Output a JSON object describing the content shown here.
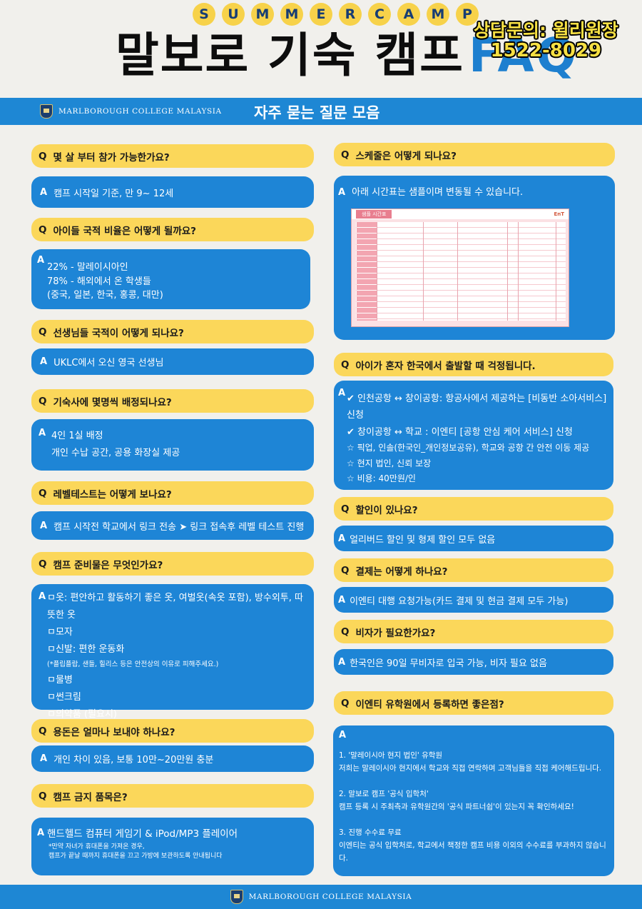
{
  "header": {
    "camp_letters": [
      "S",
      "U",
      "M",
      "M",
      "E",
      "R",
      "C",
      "A",
      "M",
      "P"
    ],
    "title_main": "말보로 기숙 캠프",
    "title_faq": "FAQ",
    "contact_line1": "상담문의: 윌리원장",
    "contact_line2": "1522-8029"
  },
  "banner": {
    "college": "MARLBOROUGH COLLEGE MALAYSIA",
    "section_title": "자주 묻는 질문 모음"
  },
  "marks": {
    "q": "Q",
    "a": "A"
  },
  "left": {
    "q1": "몇 살 부터 참가 가능한가요?",
    "a1": "캠프 시작일 기준, 만 9~ 12세",
    "q2": "아이들 국적 비율은 어떻게 될까요?",
    "a2": [
      "22% - 말레이시아인",
      "78% - 해외에서 온 학생들",
      "(중국, 일본, 한국, 홍콩, 대만)"
    ],
    "q3": "선생님들 국적이 어떻게 되나요?",
    "a3": "UKLC에서 오신 영국 선생님",
    "q4": "기숙사에 몇명씩 배정되나요?",
    "a4": [
      "4인 1실 배정",
      "개인 수납 공간, 공용 화장실 제공"
    ],
    "q5": "레벨테스트는 어떻게 보나요?",
    "a5": "캠프 시작전 학교에서 링크 전송 ➤ 링크 접속후 레벨 테스트 진행",
    "q6": "캠프 준비물은 무엇인가요?",
    "a6": {
      "items": [
        "ㅁ옷: 편안하고 활동하기 좋은 옷, 여벌옷(속옷 포함), 방수외투, 따뜻한 옷",
        "ㅁ모자",
        "ㅁ신발: 편한 운동화"
      ],
      "note": "(*플립플랍, 샌들, 힐리스 등은 안전상의 이유로 피해주세요.)",
      "items2": [
        "ㅁ물병",
        "ㅁ썬크림",
        "ㅁ의약품 (필요시)"
      ]
    },
    "q7": "용돈은 얼마나 보내야 하나요?",
    "a7": "개인 차이 있음, 보통 10만~20만원 충분",
    "q8": "캠프 금지 품목은?",
    "a8": "핸드헬드 컴퓨터 게임기 & iPod/MP3 플레이어",
    "a8_note": [
      "*만약 자녀가 휴대폰을 가져온 경우,",
      "캠프가 끝날 때까지 휴대폰을 끄고 가방에 보관하도록 안내됩니다"
    ]
  },
  "right": {
    "q1": "스케줄은 어떻게 되나요?",
    "a1": "아래 시간표는 샘플이며 변동될 수 있습니다.",
    "schedule_title": "샘플 시간표",
    "schedule_logo": "EnT",
    "q2": "아이가 혼자 한국에서 출발할 때 걱정됩니다.",
    "a2": [
      "✔ 인천공항 ↔ 창이공항: 항공사에서 제공하는 [비동반 소아서비스] 신청",
      "✔ 창이공항 ↔ 학교 : 이엔티 [공항 안심 케어 서비스] 신청",
      "☆ 픽업, 인솔(한국인_개인정보공유), 학교와 공항 간 안전 이동 제공",
      "☆ 현지 법인, 신뢰 보장",
      "☆ 비용: 40만원/인"
    ],
    "q3": "할인이 있나요?",
    "a3": "얼리버드 할인 및 형제 할인 모두 없음",
    "q4": "결제는 어떻게 하나요?",
    "a4": "이엔티 대행 요청가능(카드 결제 및 현금 결제 모두 가능)",
    "q5": "비자가 필요한가요?",
    "a5": "한국인은 90일 무비자로 입국 가능, 비자 필요 없음",
    "q6": "이엔티 유학원에서 등록하면 좋은점?",
    "a6": [
      {
        "h": "1. '말레이시아 현지 법인' 유학원",
        "b": "저희는 말레이시아 현지에서 학교와 직접 연락하며 고객님들을 직접 케어해드립니다."
      },
      {
        "h": "2. 말보로 캠프 '공식 입학처'",
        "b": "캠프 등록 시 주최측과 유학원간의 '공식 파트너쉽'이 있는지 꼭 확인하세요!"
      },
      {
        "h": "3. 진행 수수료 무료",
        "b": "이엔티는 공식 입학처로, 학교에서 책정한 캠프 비용 이외의 수수료를 부과하지 않습니다."
      }
    ]
  },
  "footer": {
    "college": "MARLBOROUGH COLLEGE MALAYSIA"
  }
}
